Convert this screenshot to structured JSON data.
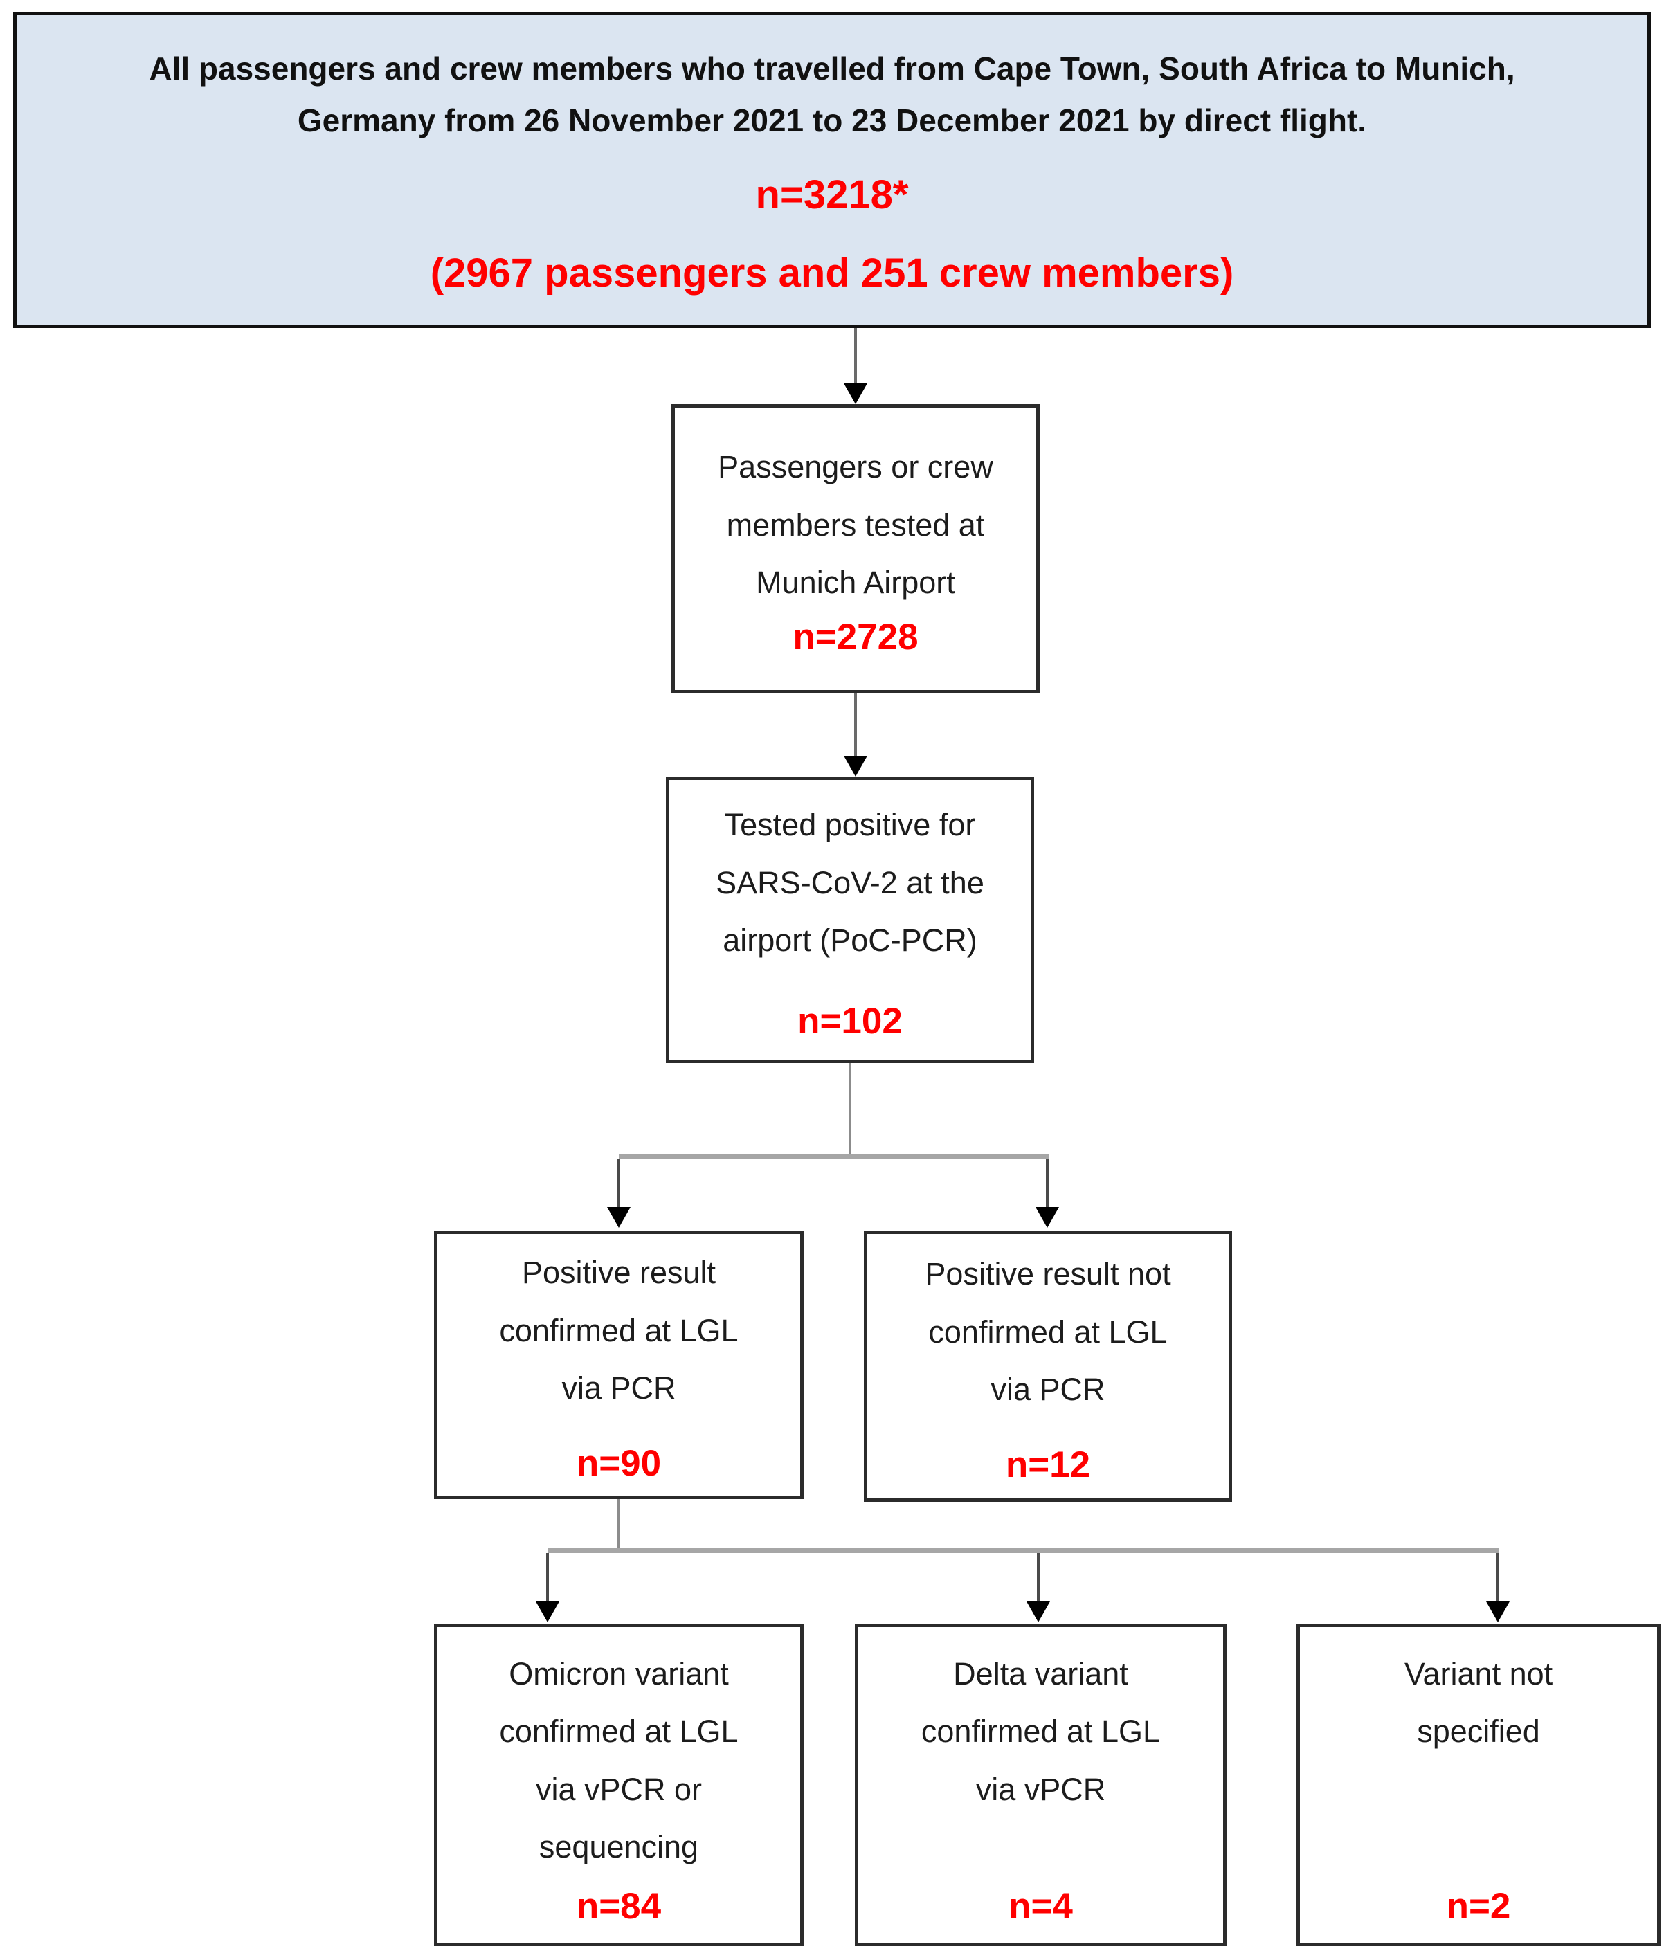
{
  "title_box": {
    "text": "All passengers and crew members who travelled from Cape Town, South Africa to Munich,\nGermany from 26 November 2021 to 23 December 2021 by direct flight.",
    "n_value": "n=3218*",
    "breakdown": "(2967 passengers and 251 crew members)"
  },
  "boxes": {
    "tested": {
      "text": "Passengers or crew\nmembers tested at\nMunich Airport",
      "n_value": "n=2728"
    },
    "positive": {
      "text": "Tested positive for\nSARS-CoV-2 at the\nairport (PoC-PCR)",
      "n_value": "n=102"
    },
    "confirmed": {
      "text": "Positive result\nconfirmed at LGL\nvia PCR",
      "n_value": "n=90"
    },
    "not_confirmed": {
      "text": "Positive result not\nconfirmed at LGL\nvia PCR",
      "n_value": "n=12"
    },
    "omicron": {
      "text": "Omicron variant\nconfirmed at LGL\nvia vPCR or\nsequencing",
      "n_value": "n=84"
    },
    "delta": {
      "text": "Delta variant\nconfirmed at LGL\nvia vPCR",
      "n_value": "n=4"
    },
    "variant_not_specified": {
      "text": "Variant not\nspecified",
      "n_value": "n=2"
    }
  },
  "colors": {
    "highlight_red": "#ff0000",
    "title_box_fill": "#dbe5f1",
    "box_border": "#2b2b2b",
    "connector_gray": "#a6a6a6"
  }
}
